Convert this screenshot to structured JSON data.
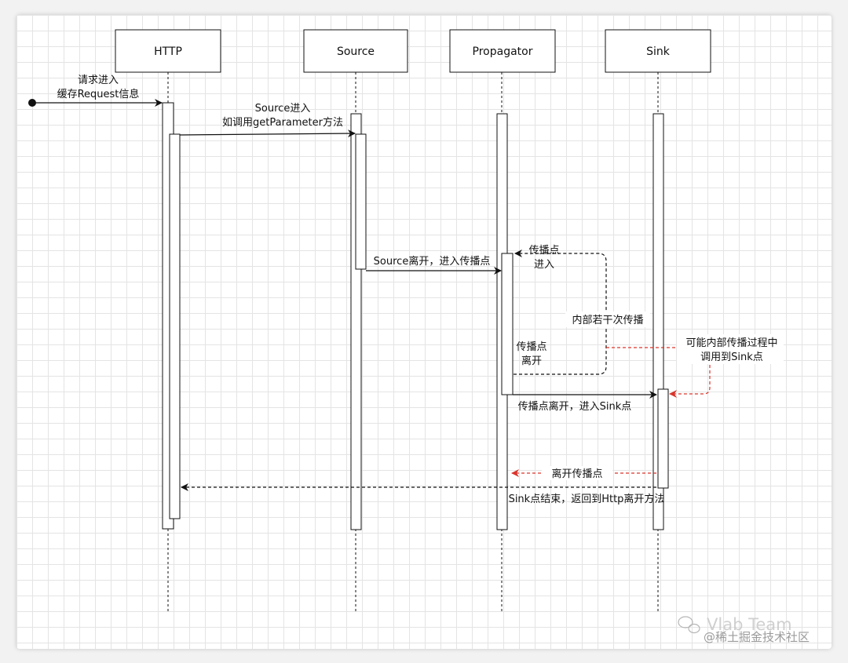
{
  "lifelines": [
    {
      "id": "http",
      "label": "HTTP"
    },
    {
      "id": "source",
      "label": "Source"
    },
    {
      "id": "propagator",
      "label": "Propagator"
    },
    {
      "id": "sink",
      "label": "Sink"
    }
  ],
  "messages": {
    "request_in_line1": "请求进入",
    "request_in_line2": "缓存Request信息",
    "source_in_line1": "Source进入",
    "source_in_line2": "如调用getParameter方法",
    "source_leave": "Source离开，进入传播点",
    "prop_enter_line1": "传播点",
    "prop_enter_line2": "进入",
    "internal_loop": "内部若干次传播",
    "prop_leave_line1": "传播点",
    "prop_leave_line2": "离开",
    "maybe_call_line1": "可能内部传播过程中",
    "maybe_call_line2": "调用到Sink点",
    "prop_to_sink": "传播点离开，进入Sink点",
    "leave_prop": "离开传播点",
    "sink_return": "Sink点结束，返回到Http离开方法"
  },
  "watermark": {
    "team": "Vlab Team",
    "site": "@稀土掘金技术社区"
  },
  "colors": {
    "line": "#111111",
    "dashed_red": "#d9342b",
    "grid": "#e4e4e4"
  }
}
